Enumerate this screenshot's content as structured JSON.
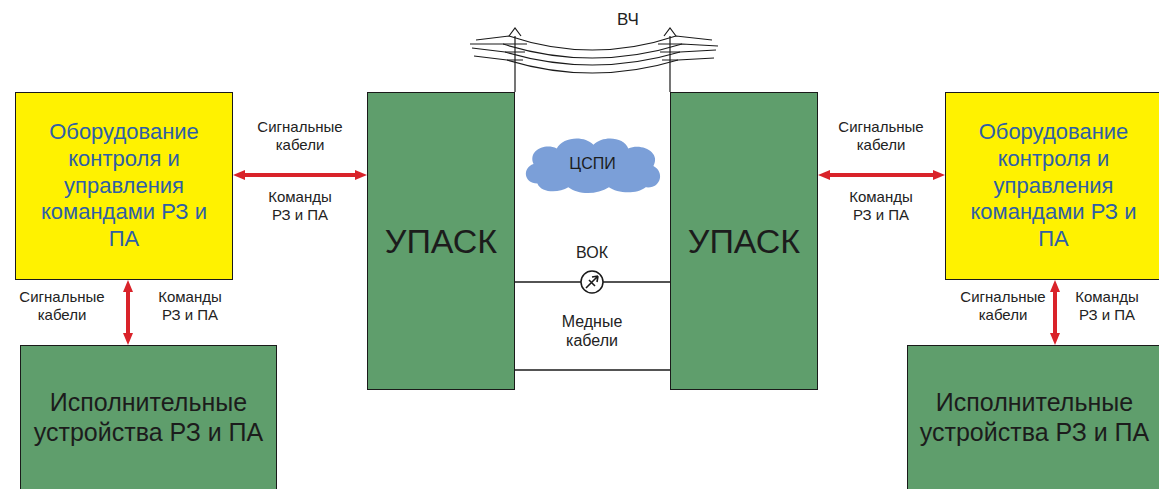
{
  "diagram": {
    "nodes": [
      {
        "text": [
          "Оборудование контроля и управления командами РЗ и ПА"
        ]
      },
      {
        "text": [
          "Исполнительные устройства РЗ и ПА"
        ]
      },
      {
        "text": [
          "УПАСК"
        ]
      },
      {
        "text": [
          "ЦСПИ"
        ]
      },
      {
        "text": [
          "УПАСК"
        ]
      },
      {
        "text": [
          "Оборудование контроля и управления командами РЗ и ПА"
        ]
      },
      {
        "text": [
          "Исполнительные устройства РЗ и ПА"
        ]
      }
    ],
    "edges": [
      {
        "from": 0,
        "to": 2,
        "arrow": "both",
        "label": "Сигнальные кабели"
      },
      {
        "from": 0,
        "to": 1,
        "arrow": "both",
        "label": "Сигнальные кабели"
      },
      {
        "from": 2,
        "to": 4,
        "arrow": "none"
      },
      {
        "from": 2,
        "to": 4,
        "arrow": "none"
      },
      {
        "from": 4,
        "to": 5,
        "arrow": "both",
        "label": "Сигнальные кабели"
      },
      {
        "from": 5,
        "to": 6,
        "arrow": "both",
        "label": "Сигнальные кабели"
      }
    ],
    "labels": [
      "ВЧ",
      "Команды РЗ и ПА",
      "Команды РЗ и ПА",
      "ВОК",
      "Медные кабели",
      "Команды РЗ и ПА",
      "Команды РЗ и ПА"
    ]
  }
}
